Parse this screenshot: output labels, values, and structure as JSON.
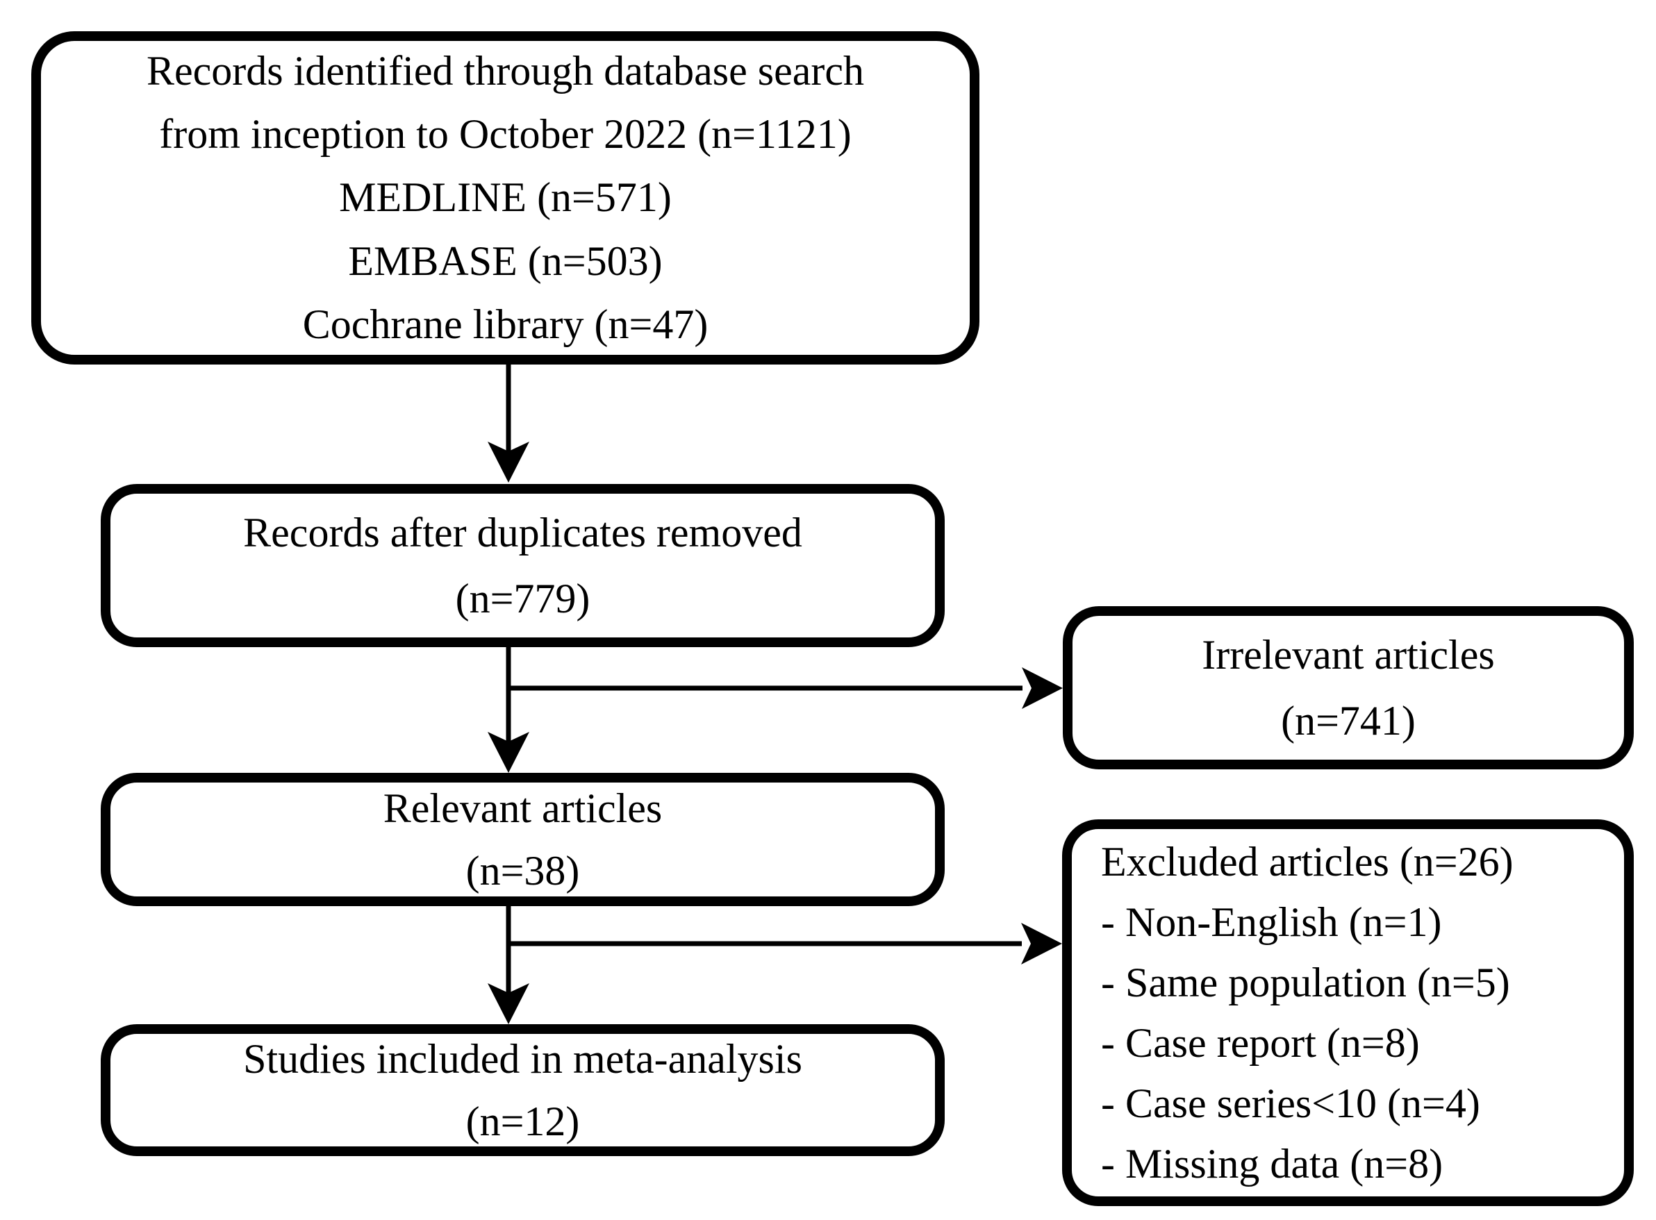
{
  "diagram": {
    "type": "prisma-flowchart",
    "colors": {
      "border": "#000000",
      "background": "#ffffff",
      "text": "#000000"
    },
    "boxes": {
      "identification": {
        "lines": [
          "Records identified through database search",
          "from inception to October 2022 (n=1121)",
          "MEDLINE (n=571)",
          "EMBASE (n=503)",
          "Cochrane library (n=47)"
        ]
      },
      "deduplicated": {
        "lines": [
          "Records after duplicates removed",
          "(n=779)"
        ]
      },
      "irrelevant": {
        "lines": [
          "Irrelevant articles",
          "(n=741)"
        ]
      },
      "relevant": {
        "lines": [
          "Relevant articles",
          "(n=38)"
        ]
      },
      "excluded": {
        "lines": [
          "Excluded articles (n=26)",
          "- Non-English (n=1)",
          "- Same population (n=5)",
          "- Case report (n=8)",
          "- Case series<10 (n=4)",
          "- Missing data (n=8)"
        ]
      },
      "included": {
        "lines": [
          "Studies included in meta-analysis",
          "(n=12)"
        ]
      }
    }
  }
}
